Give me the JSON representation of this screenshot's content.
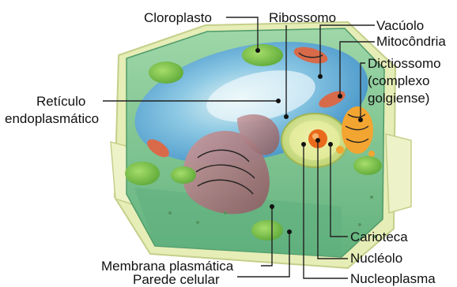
{
  "diagram": {
    "labels": {
      "chloroplast": "Cloroplasto",
      "ribosome": "Ribossomo",
      "vacuole": "Vacúolo",
      "mitochondria": "Mitocôndria",
      "dictyosome_1": "Dictiossomo",
      "dictyosome_2": "(complexo",
      "dictyosome_3": "golgiense)",
      "reticulum_1": "Retículo",
      "reticulum_2": "endoplasmático",
      "karyotheca": "Carioteca",
      "nucleolus": "Nucléolo",
      "plasma_membrane": "Membrana plasmática",
      "cell_wall": "Parede celular",
      "nucleoplasm": "Nucleoplasma"
    },
    "colors": {
      "cell_wall": "#e6edb6",
      "cytoplasm": "#7fc79c",
      "vacuole": "#6fb6de",
      "chloroplast": "#7bc24a",
      "mitochondria": "#d86a4a",
      "reticulum": "#a57a7c",
      "golgi": "#f3a531",
      "nucleus": "#cfe187",
      "nucleolus": "#e96a1b"
    }
  }
}
